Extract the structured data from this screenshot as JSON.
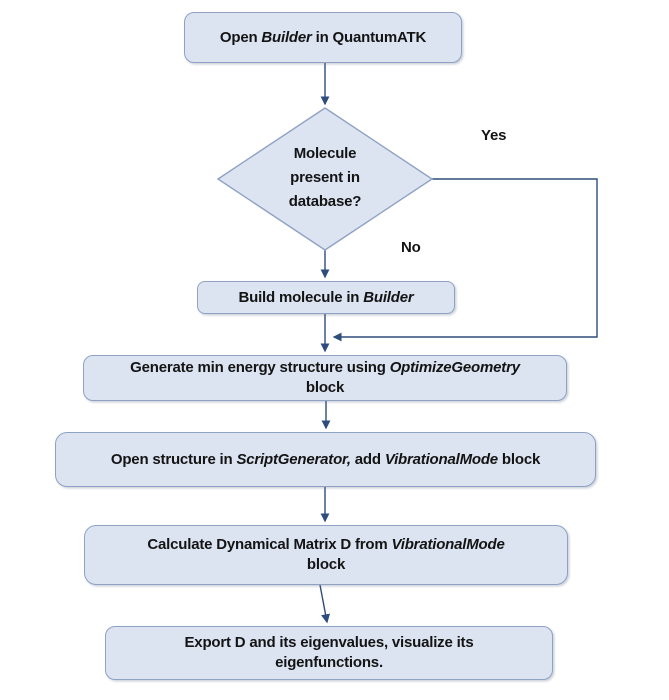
{
  "colors": {
    "shape_fill": "#dce4f2",
    "shape_border": "#8fa2c4",
    "connector": "#2e4d7c",
    "text": "#141414",
    "background": "#ffffff"
  },
  "nodes": {
    "open_builder": {
      "segments": [
        {
          "t": "Open "
        },
        {
          "t": "Builder",
          "i": true
        },
        {
          "t": " in QuantumATK"
        }
      ]
    },
    "molecule_decision": {
      "segments": [
        {
          "t": "Molecule"
        },
        {
          "br": true
        },
        {
          "t": "present in"
        },
        {
          "br": true
        },
        {
          "t": "database?"
        }
      ]
    },
    "build_molecule": {
      "segments": [
        {
          "t": "Build molecule in "
        },
        {
          "t": "Builder",
          "i": true
        }
      ]
    },
    "generate_min_energy": {
      "segments": [
        {
          "t": "Generate min energy structure using "
        },
        {
          "t": "OptimizeGeometry",
          "i": true
        },
        {
          "br": true
        },
        {
          "t": "block"
        }
      ]
    },
    "open_structure": {
      "segments": [
        {
          "t": "Open structure in "
        },
        {
          "t": "ScriptGenerator,",
          "i": true
        },
        {
          "t": " add "
        },
        {
          "t": "VibrationalMode",
          "i": true
        },
        {
          "t": " block"
        }
      ]
    },
    "calculate_dynamical_matrix": {
      "segments": [
        {
          "t": "Calculate Dynamical Matrix D from "
        },
        {
          "t": "VibrationalMode",
          "i": true
        },
        {
          "br": true
        },
        {
          "t": "block"
        }
      ]
    },
    "export_eigenvalues": {
      "segments": [
        {
          "t": "Export D and its eigenvalues, visualize its"
        },
        {
          "br": true
        },
        {
          "t": "eigenfunctions."
        }
      ]
    }
  },
  "labels": {
    "yes": "Yes",
    "no": "No"
  }
}
